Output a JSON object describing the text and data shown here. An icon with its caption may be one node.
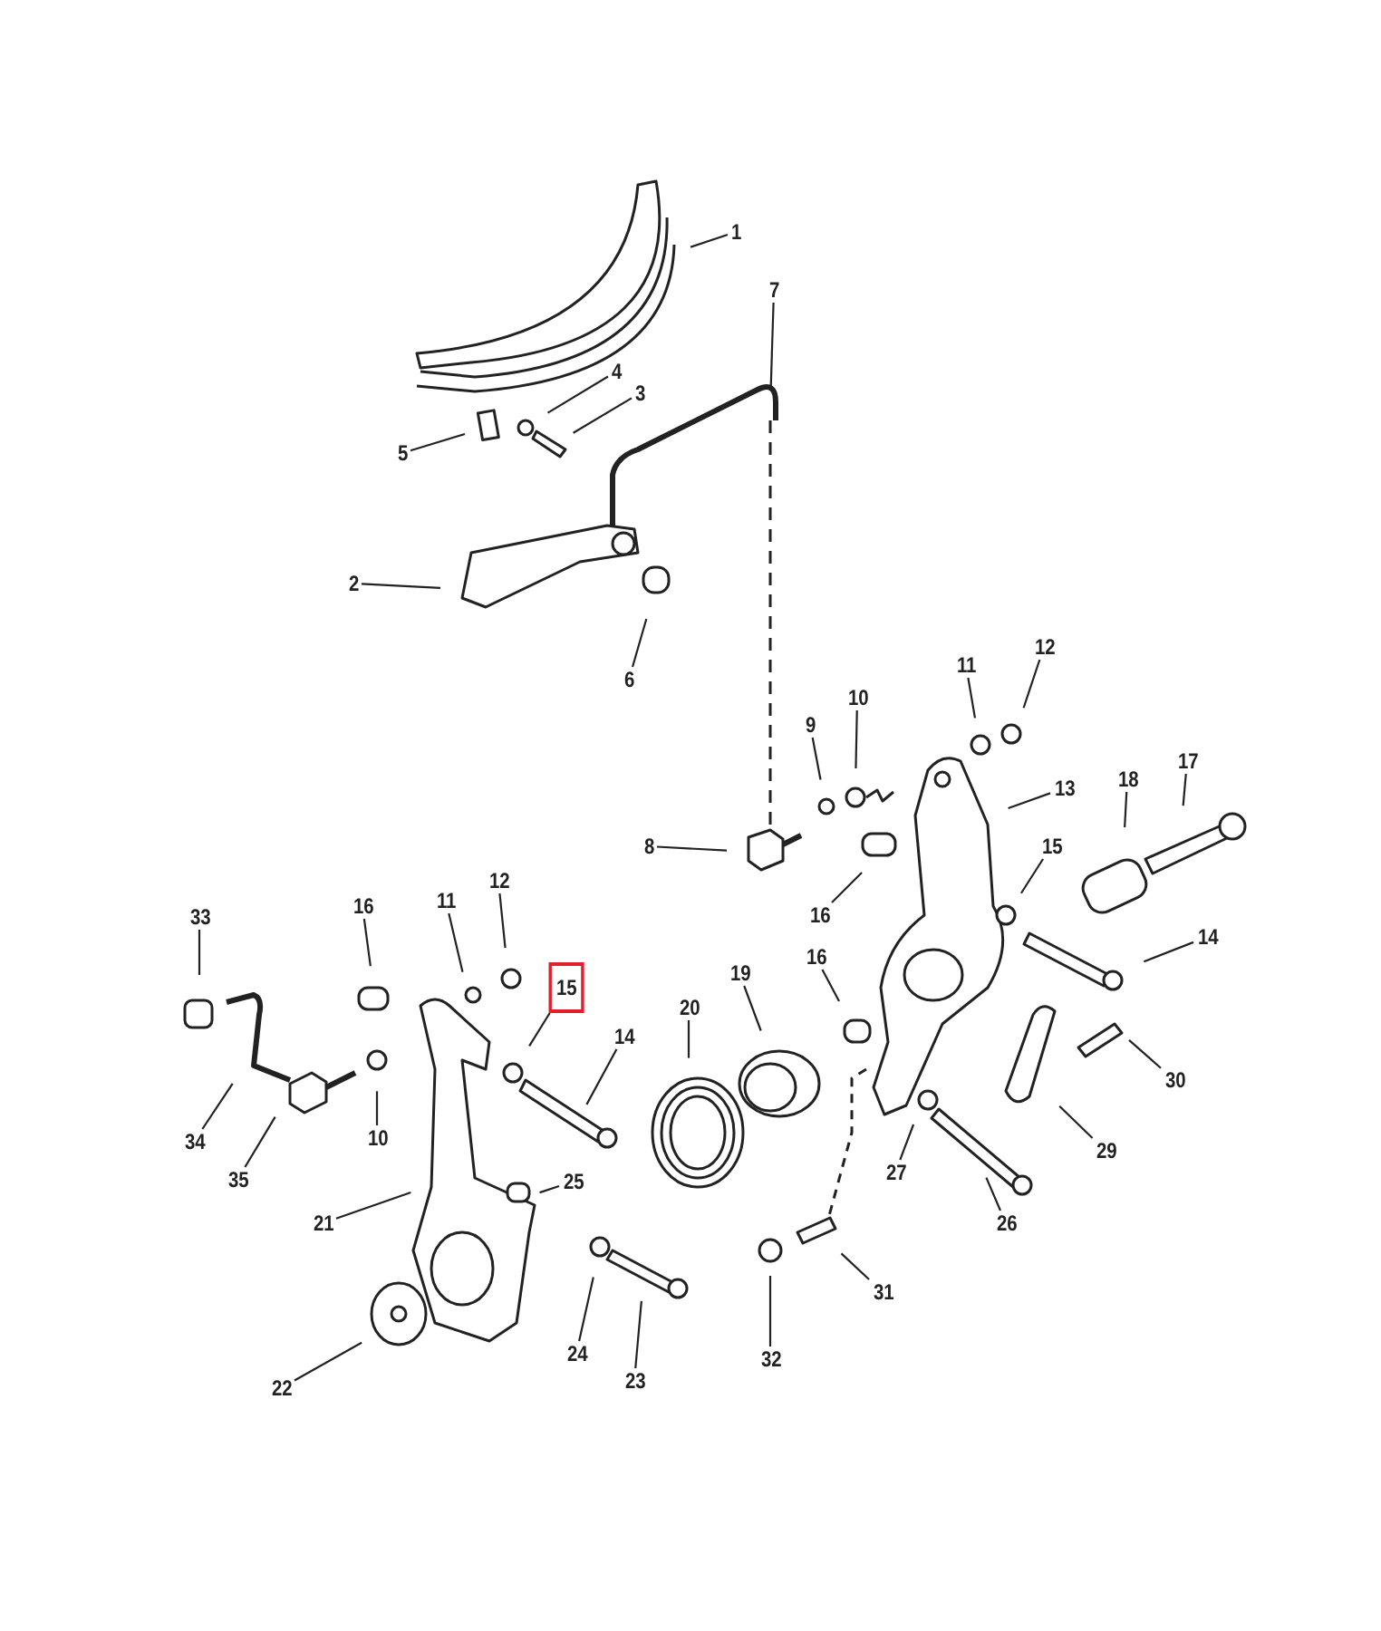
{
  "diagram": {
    "nodes": [
      {
        "text": [
          "1"
        ]
      },
      {
        "text": [
          "7"
        ]
      },
      {
        "text": [
          "4"
        ]
      },
      {
        "text": [
          "3"
        ]
      },
      {
        "text": [
          "5"
        ]
      },
      {
        "text": [
          "2"
        ]
      },
      {
        "text": [
          "6"
        ]
      },
      {
        "text": [
          "12"
        ]
      },
      {
        "text": [
          "11"
        ]
      },
      {
        "text": [
          "10"
        ]
      },
      {
        "text": [
          "9"
        ]
      },
      {
        "text": [
          "13"
        ]
      },
      {
        "text": [
          "18"
        ]
      },
      {
        "text": [
          "17"
        ]
      },
      {
        "text": [
          "8"
        ]
      },
      {
        "text": [
          "15"
        ]
      },
      {
        "text": [
          "16"
        ]
      },
      {
        "text": [
          "33"
        ]
      },
      {
        "text": [
          "16"
        ]
      },
      {
        "text": [
          "11"
        ]
      },
      {
        "text": [
          "12"
        ]
      },
      {
        "text": [
          "14"
        ]
      },
      {
        "text": [
          "15"
        ]
      },
      {
        "text": [
          "14"
        ]
      },
      {
        "text": [
          "20"
        ]
      },
      {
        "text": [
          "19"
        ]
      },
      {
        "text": [
          "16"
        ]
      },
      {
        "text": [
          "34"
        ]
      },
      {
        "text": [
          "35"
        ]
      },
      {
        "text": [
          "10"
        ]
      },
      {
        "text": [
          "30"
        ]
      },
      {
        "text": [
          "25"
        ]
      },
      {
        "text": [
          "29"
        ]
      },
      {
        "text": [
          "21"
        ]
      },
      {
        "text": [
          "27"
        ]
      },
      {
        "text": [
          "26"
        ]
      },
      {
        "text": [
          "24"
        ]
      },
      {
        "text": [
          "31"
        ]
      },
      {
        "text": [
          "32"
        ]
      },
      {
        "text": [
          "23"
        ]
      },
      {
        "text": [
          "22"
        ]
      }
    ],
    "edges": [
      {
        "from": 0,
        "to": null,
        "arrow": "none"
      },
      {
        "from": 1,
        "to": null,
        "arrow": "none"
      },
      {
        "from": 2,
        "to": null,
        "arrow": "none"
      },
      {
        "from": 3,
        "to": null,
        "arrow": "none"
      },
      {
        "from": 4,
        "to": null,
        "arrow": "none"
      },
      {
        "from": 5,
        "to": null,
        "arrow": "none"
      },
      {
        "from": 6,
        "to": null,
        "arrow": "none"
      },
      {
        "from": 7,
        "to": null,
        "arrow": "none"
      },
      {
        "from": 8,
        "to": null,
        "arrow": "none"
      },
      {
        "from": 9,
        "to": null,
        "arrow": "none"
      },
      {
        "from": 10,
        "to": null,
        "arrow": "none"
      },
      {
        "from": 11,
        "to": null,
        "arrow": "none"
      },
      {
        "from": 12,
        "to": null,
        "arrow": "none"
      },
      {
        "from": 13,
        "to": null,
        "arrow": "none"
      },
      {
        "from": 14,
        "to": null,
        "arrow": "none"
      },
      {
        "from": 15,
        "to": null,
        "arrow": "none"
      },
      {
        "from": 16,
        "to": null,
        "arrow": "none"
      },
      {
        "from": 17,
        "to": null,
        "arrow": "none"
      },
      {
        "from": 18,
        "to": null,
        "arrow": "none"
      },
      {
        "from": 19,
        "to": null,
        "arrow": "none"
      },
      {
        "from": 20,
        "to": null,
        "arrow": "none"
      },
      {
        "from": 21,
        "to": null,
        "arrow": "none"
      },
      {
        "from": 22,
        "to": null,
        "arrow": "none"
      },
      {
        "from": 23,
        "to": null,
        "arrow": "none"
      },
      {
        "from": 24,
        "to": null,
        "arrow": "none"
      },
      {
        "from": 25,
        "to": null,
        "arrow": "none"
      },
      {
        "from": 26,
        "to": null,
        "arrow": "none"
      },
      {
        "from": 27,
        "to": null,
        "arrow": "none"
      },
      {
        "from": 28,
        "to": null,
        "arrow": "none"
      },
      {
        "from": 29,
        "to": null,
        "arrow": "none"
      },
      {
        "from": 30,
        "to": null,
        "arrow": "none"
      },
      {
        "from": 31,
        "to": null,
        "arrow": "none"
      },
      {
        "from": 32,
        "to": null,
        "arrow": "none"
      },
      {
        "from": 33,
        "to": null,
        "arrow": "none"
      },
      {
        "from": 34,
        "to": null,
        "arrow": "none"
      },
      {
        "from": 35,
        "to": null,
        "arrow": "none"
      },
      {
        "from": 36,
        "to": null,
        "arrow": "none"
      },
      {
        "from": 37,
        "to": null,
        "arrow": "none"
      },
      {
        "from": 38,
        "to": null,
        "arrow": "none"
      },
      {
        "from": 39,
        "to": null,
        "arrow": "none"
      },
      {
        "from": 40,
        "to": null,
        "arrow": "none"
      }
    ]
  }
}
